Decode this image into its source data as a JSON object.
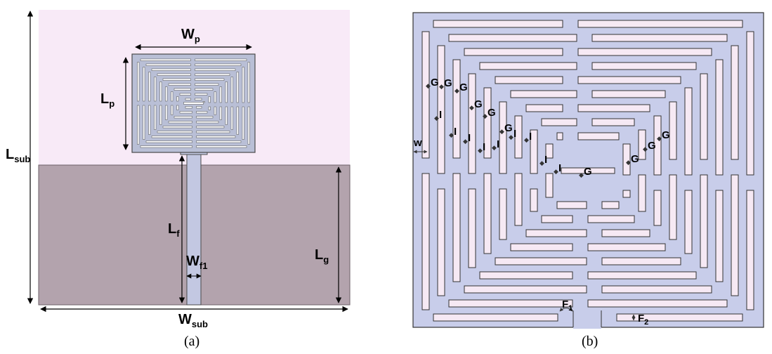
{
  "panel_a": {
    "caption": "(a)",
    "colors": {
      "substrate": "#f8eaf7",
      "ground": "#b3a3ad",
      "patch": "#b9bfd6",
      "slot": "#ffffff",
      "outline": "#4a4a4a",
      "dim": "#000000"
    },
    "labels": {
      "wp_main": "W",
      "wp_sub": "p",
      "lp_main": "L",
      "lp_sub": "p",
      "lsub_main": "L",
      "lsub_sub": "sub",
      "lf_main": "L",
      "lf_sub": "f",
      "wf1_main": "W",
      "wf1_sub": "f1",
      "lg_main": "L",
      "lg_sub": "g",
      "wsub_main": "W",
      "wsub_sub": "sub"
    }
  },
  "panel_b": {
    "caption": "(b)",
    "colors": {
      "metal": "#c8cdea",
      "slot": "#f6e9f4",
      "outline": "#333333"
    },
    "labels": {
      "w": "w",
      "g": "G",
      "i": "I",
      "f1_main": "F",
      "f1_sub": "1",
      "f2_main": "F",
      "f2_sub": "2"
    }
  }
}
